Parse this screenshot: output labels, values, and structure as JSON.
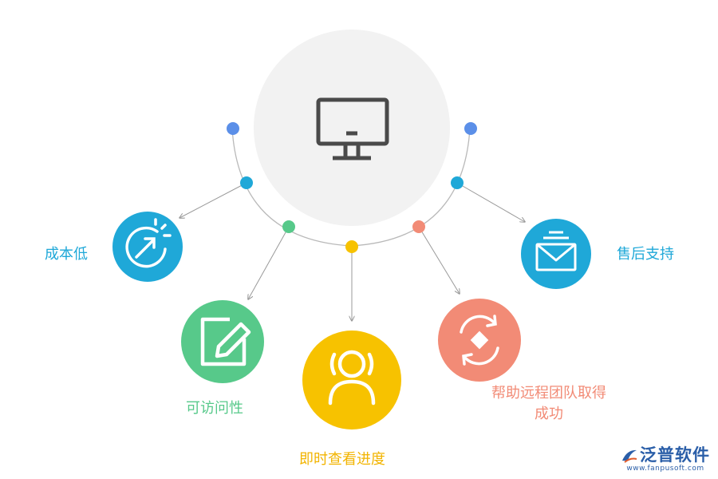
{
  "labels": {
    "cost": "成本低",
    "access": "可访问性",
    "progress": "即时查看进度",
    "team_line1": "帮助远程团队取得",
    "team_line2": "成功",
    "support": "售后支持"
  },
  "logo": {
    "name": "泛普软件",
    "url": "www.fanpusoft.com"
  },
  "colors": {
    "center": "#f2f2f2",
    "monitor": "#4a4a4a",
    "arc": "#b9b9b9",
    "blue_dot": "#5b8fe8",
    "cost": "#1fa8d8",
    "access": "#57c98a",
    "progress": "#f7c200",
    "team": "#f28b76",
    "support": "#1fa8d8",
    "logo": "#2a5ea8"
  },
  "icons": {
    "center": "monitor-icon",
    "cost": "growth-gauge-icon",
    "access": "edit-icon",
    "progress": "user-icon",
    "team": "sync-icon",
    "support": "mail-icon"
  }
}
